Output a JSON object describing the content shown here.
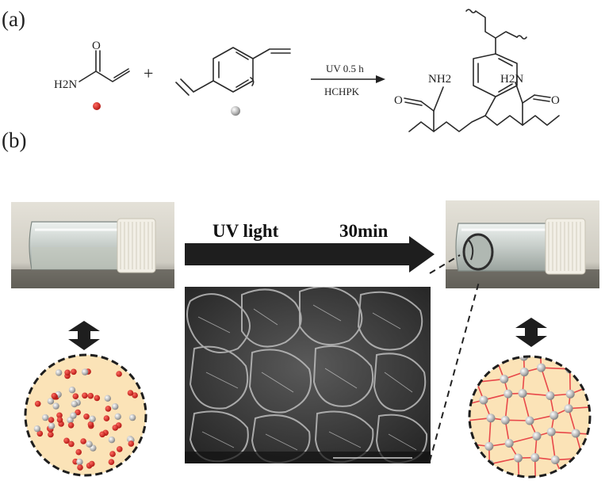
{
  "panels": {
    "a_label": "(a)",
    "b_label": "(b)"
  },
  "reaction": {
    "acrylamide_amine": "H2N",
    "acrylamide_carbonyl_o": "O",
    "plus": "+",
    "condition_top": "UV 0.5 h",
    "condition_bottom": "HCHPK",
    "product_amine_left": "NH2",
    "product_amine_right": "H2N",
    "product_o_left": "O",
    "product_o_right": "O"
  },
  "process": {
    "arrow_left_label": "UV light",
    "arrow_right_label": "30min"
  },
  "colors": {
    "monomer_dot": "#c8201c",
    "crosslinker_dot": "#b4b4b4",
    "network_line": "#e8484a",
    "circle_fill": "#fbe3b7",
    "arrow": "#1e1e1e",
    "photo_bg": "#d9d6cc",
    "cap": "#f2efe6",
    "sem_bg": "#3a3a3a"
  },
  "icons": {
    "double_arrow": "double-headed-vertical-arrow-icon"
  }
}
